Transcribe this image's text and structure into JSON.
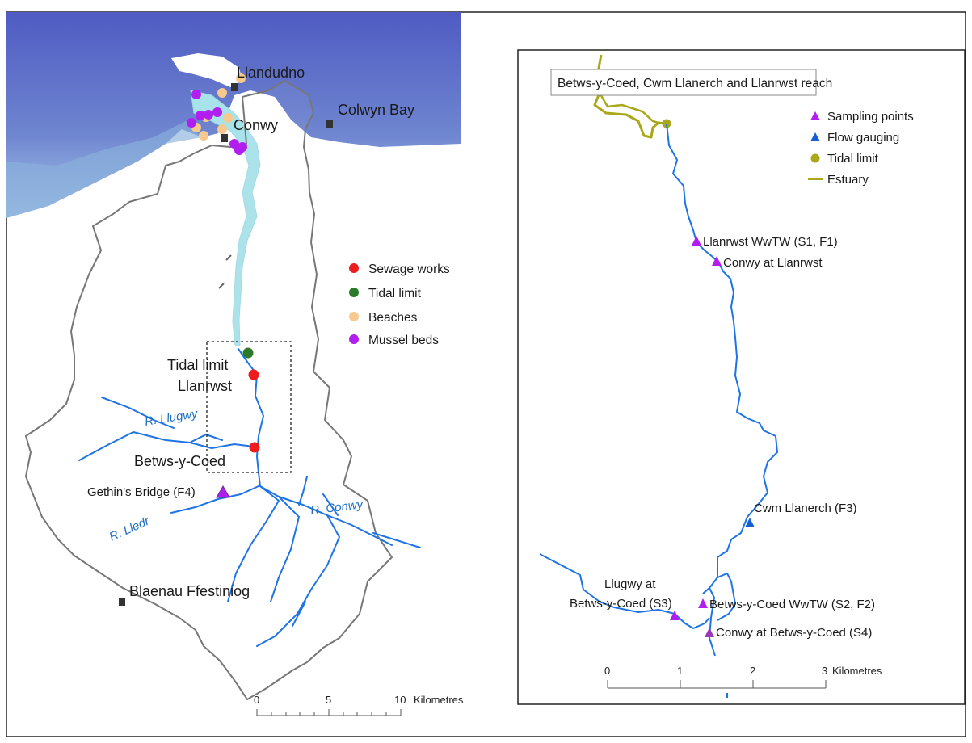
{
  "overview_map": {
    "towns": {
      "llandudno": "Llandudno",
      "colwyn_bay": "Colwyn Bay",
      "conwy": "Conwy",
      "tidal_limit": "Tidal limit",
      "llanrwst": "Llanrwst",
      "betws_y_coed": "Betws-y-Coed",
      "gethins_bridge": "Gethin's Bridge (F4)",
      "blaenau": "Blaenau Ffestiniog"
    },
    "rivers": {
      "llugwy": "R. Llugwy",
      "lledr": "R. Lledr",
      "conwy": "R. Conwy"
    },
    "legend": [
      {
        "label": "Sewage works",
        "color": "#ee1c1c"
      },
      {
        "label": "Tidal limit",
        "color": "#2a7a2a"
      },
      {
        "label": "Beaches",
        "color": "#f7c98d"
      },
      {
        "label": "Mussel beds",
        "color": "#b21df0"
      }
    ],
    "scale": {
      "ticks": [
        "0",
        "5",
        "10"
      ],
      "unit": "Kilometres"
    }
  },
  "inset_map": {
    "title": "Betws-y-Coed, Cwm Llanerch and Llanrwst reach",
    "legend": [
      {
        "label": "Sampling points",
        "color": "#b21df0",
        "symbol": "triangle"
      },
      {
        "label": "Flow gauging",
        "color": "#1a5fd0",
        "symbol": "triangle"
      },
      {
        "label": "Tidal limit",
        "color": "#a8a81a",
        "symbol": "circle"
      },
      {
        "label": "Estuary",
        "color": "#a8a81a",
        "symbol": "line"
      }
    ],
    "sites": {
      "llanrwst_wwtw": "Llanrwst WwTW (S1, F1)",
      "conwy_llanrwst": "Conwy at Llanrwst",
      "cwm_llanerch": "Cwm Llanerch (F3)",
      "llugwy_line1": "Llugwy at",
      "llugwy_line2": "Betws-y-Coed (S3)",
      "betws_wwtw": "Betws-y-Coed WwTW (S2, F2)",
      "conwy_betws": "Conwy at Betws-y-Coed (S4)"
    },
    "scale": {
      "ticks": [
        "0",
        "1",
        "2",
        "3"
      ],
      "unit": "Kilometres"
    }
  },
  "colors": {
    "sea_deep": "#4f5fc4",
    "estuary": "#a8e2ea",
    "river": "#1e74e6",
    "boundary": "#777777"
  }
}
